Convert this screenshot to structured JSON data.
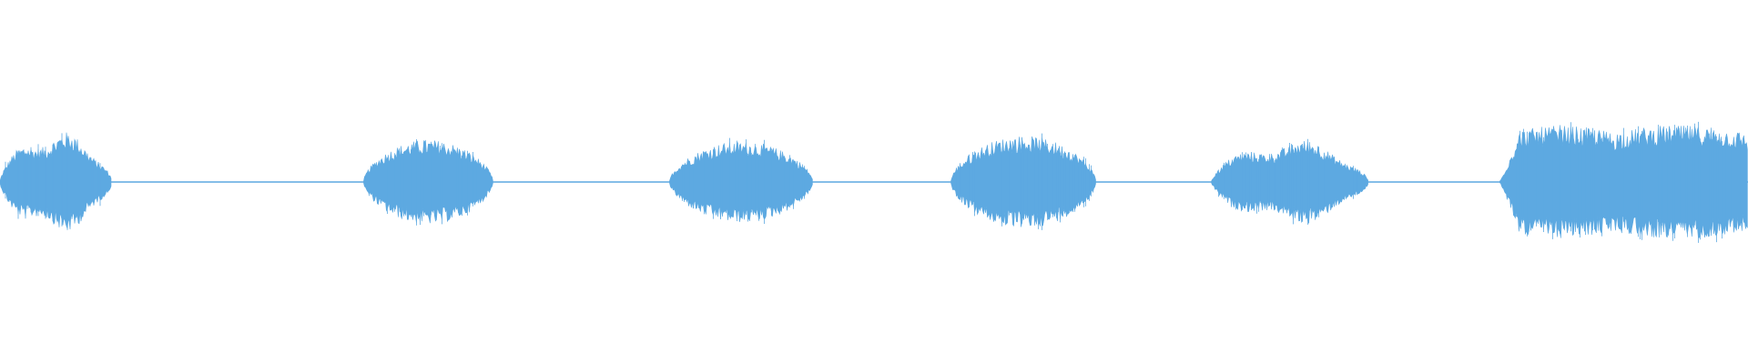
{
  "waveform": {
    "color": "#5DA9E1",
    "segments": [
      {
        "start": 0.0,
        "end": 0.064,
        "peak": 0.92,
        "shape": "bumpy"
      },
      {
        "start": 0.208,
        "end": 0.282,
        "peak": 0.75,
        "shape": "smooth"
      },
      {
        "start": 0.383,
        "end": 0.465,
        "peak": 0.72,
        "shape": "smooth"
      },
      {
        "start": 0.544,
        "end": 0.627,
        "peak": 0.82,
        "shape": "smooth"
      },
      {
        "start": 0.693,
        "end": 0.783,
        "peak": 0.77,
        "shape": "bumpy"
      },
      {
        "start": 0.858,
        "end": 1.0,
        "peak": 1.0,
        "shape": "wide"
      }
    ]
  }
}
